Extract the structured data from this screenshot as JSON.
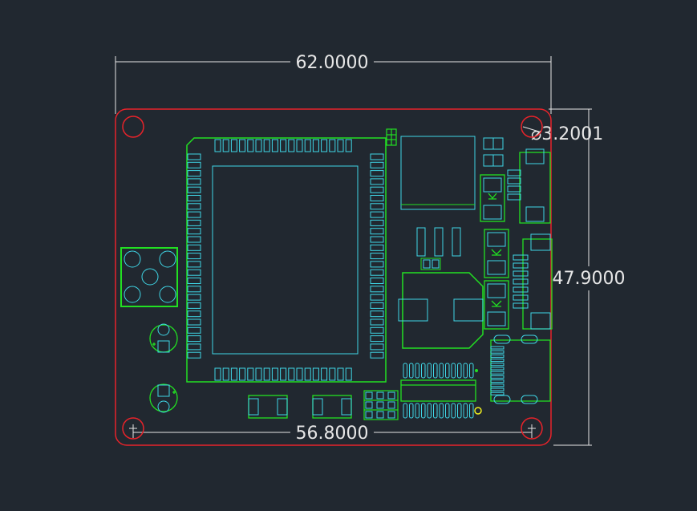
{
  "colors": {
    "background": "#212830",
    "board_outline": "#e8232a",
    "silkscreen": "#22e022",
    "pad": "#3fd6e6",
    "dimension": "#e6e6e6",
    "marker": "#f0f020"
  },
  "dimensions": {
    "width_label": "62.0000",
    "height_label": "47.9000",
    "hole_diameter_label": "⌀3.2001",
    "hole_spacing_label": "56.8000"
  }
}
